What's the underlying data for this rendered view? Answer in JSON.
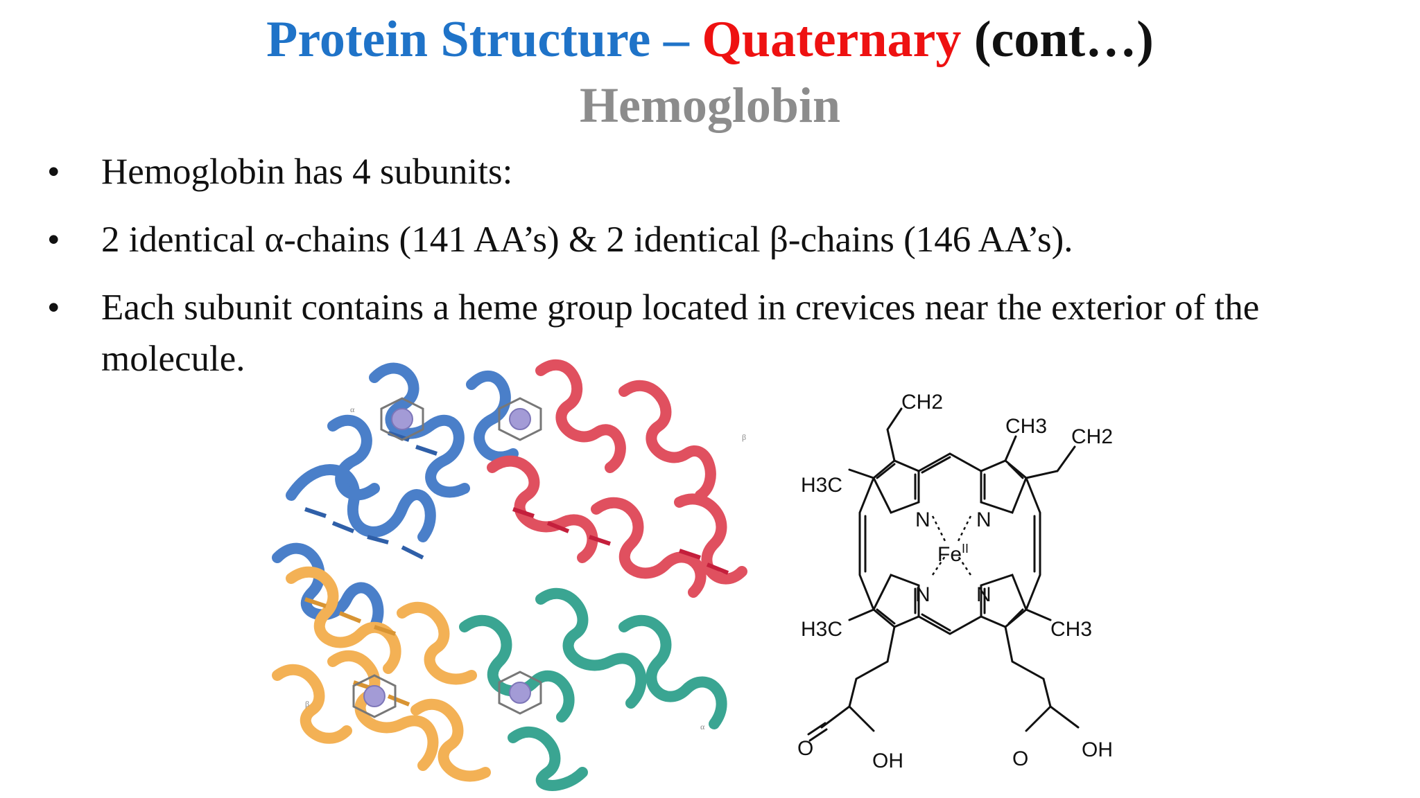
{
  "title": {
    "part1": "Protein Structure – ",
    "part2": "Quaternary",
    "part3": " (cont…)",
    "color1": "#1f73c8",
    "color2": "#ee1111",
    "color3": "#111111"
  },
  "subtitle": "Hemoglobin",
  "bullet_symbol": "•",
  "bullets": [
    "Hemoglobin has 4 subunits:",
    "2 identical α-chains (141 AA’s) & 2 identical β-chains (146 AA’s).",
    "Each subunit contains a heme group located in crevices near the exterior of the",
    "molecule."
  ],
  "ribbon_figure": {
    "labels": [
      "α",
      "β",
      "β",
      "α"
    ],
    "colors": {
      "alpha1": "#4a7fc9",
      "beta1": "#e0505f",
      "beta2": "#f3b155",
      "alpha2": "#3aa592",
      "iron": "#a39bd6"
    }
  },
  "heme_structure": {
    "labels": {
      "ch2_top": "CH2",
      "ch3_top": "CH3",
      "ch2_right": "CH2",
      "h3c_left_top": "H3C",
      "h3c_left_bottom": "H3C",
      "ch3_right": "CH3",
      "n": "N",
      "fe": "Fe",
      "fe_sup": "II",
      "o_left": "O",
      "oh_left": "OH",
      "o_right": "O",
      "oh_right": "OH"
    }
  }
}
